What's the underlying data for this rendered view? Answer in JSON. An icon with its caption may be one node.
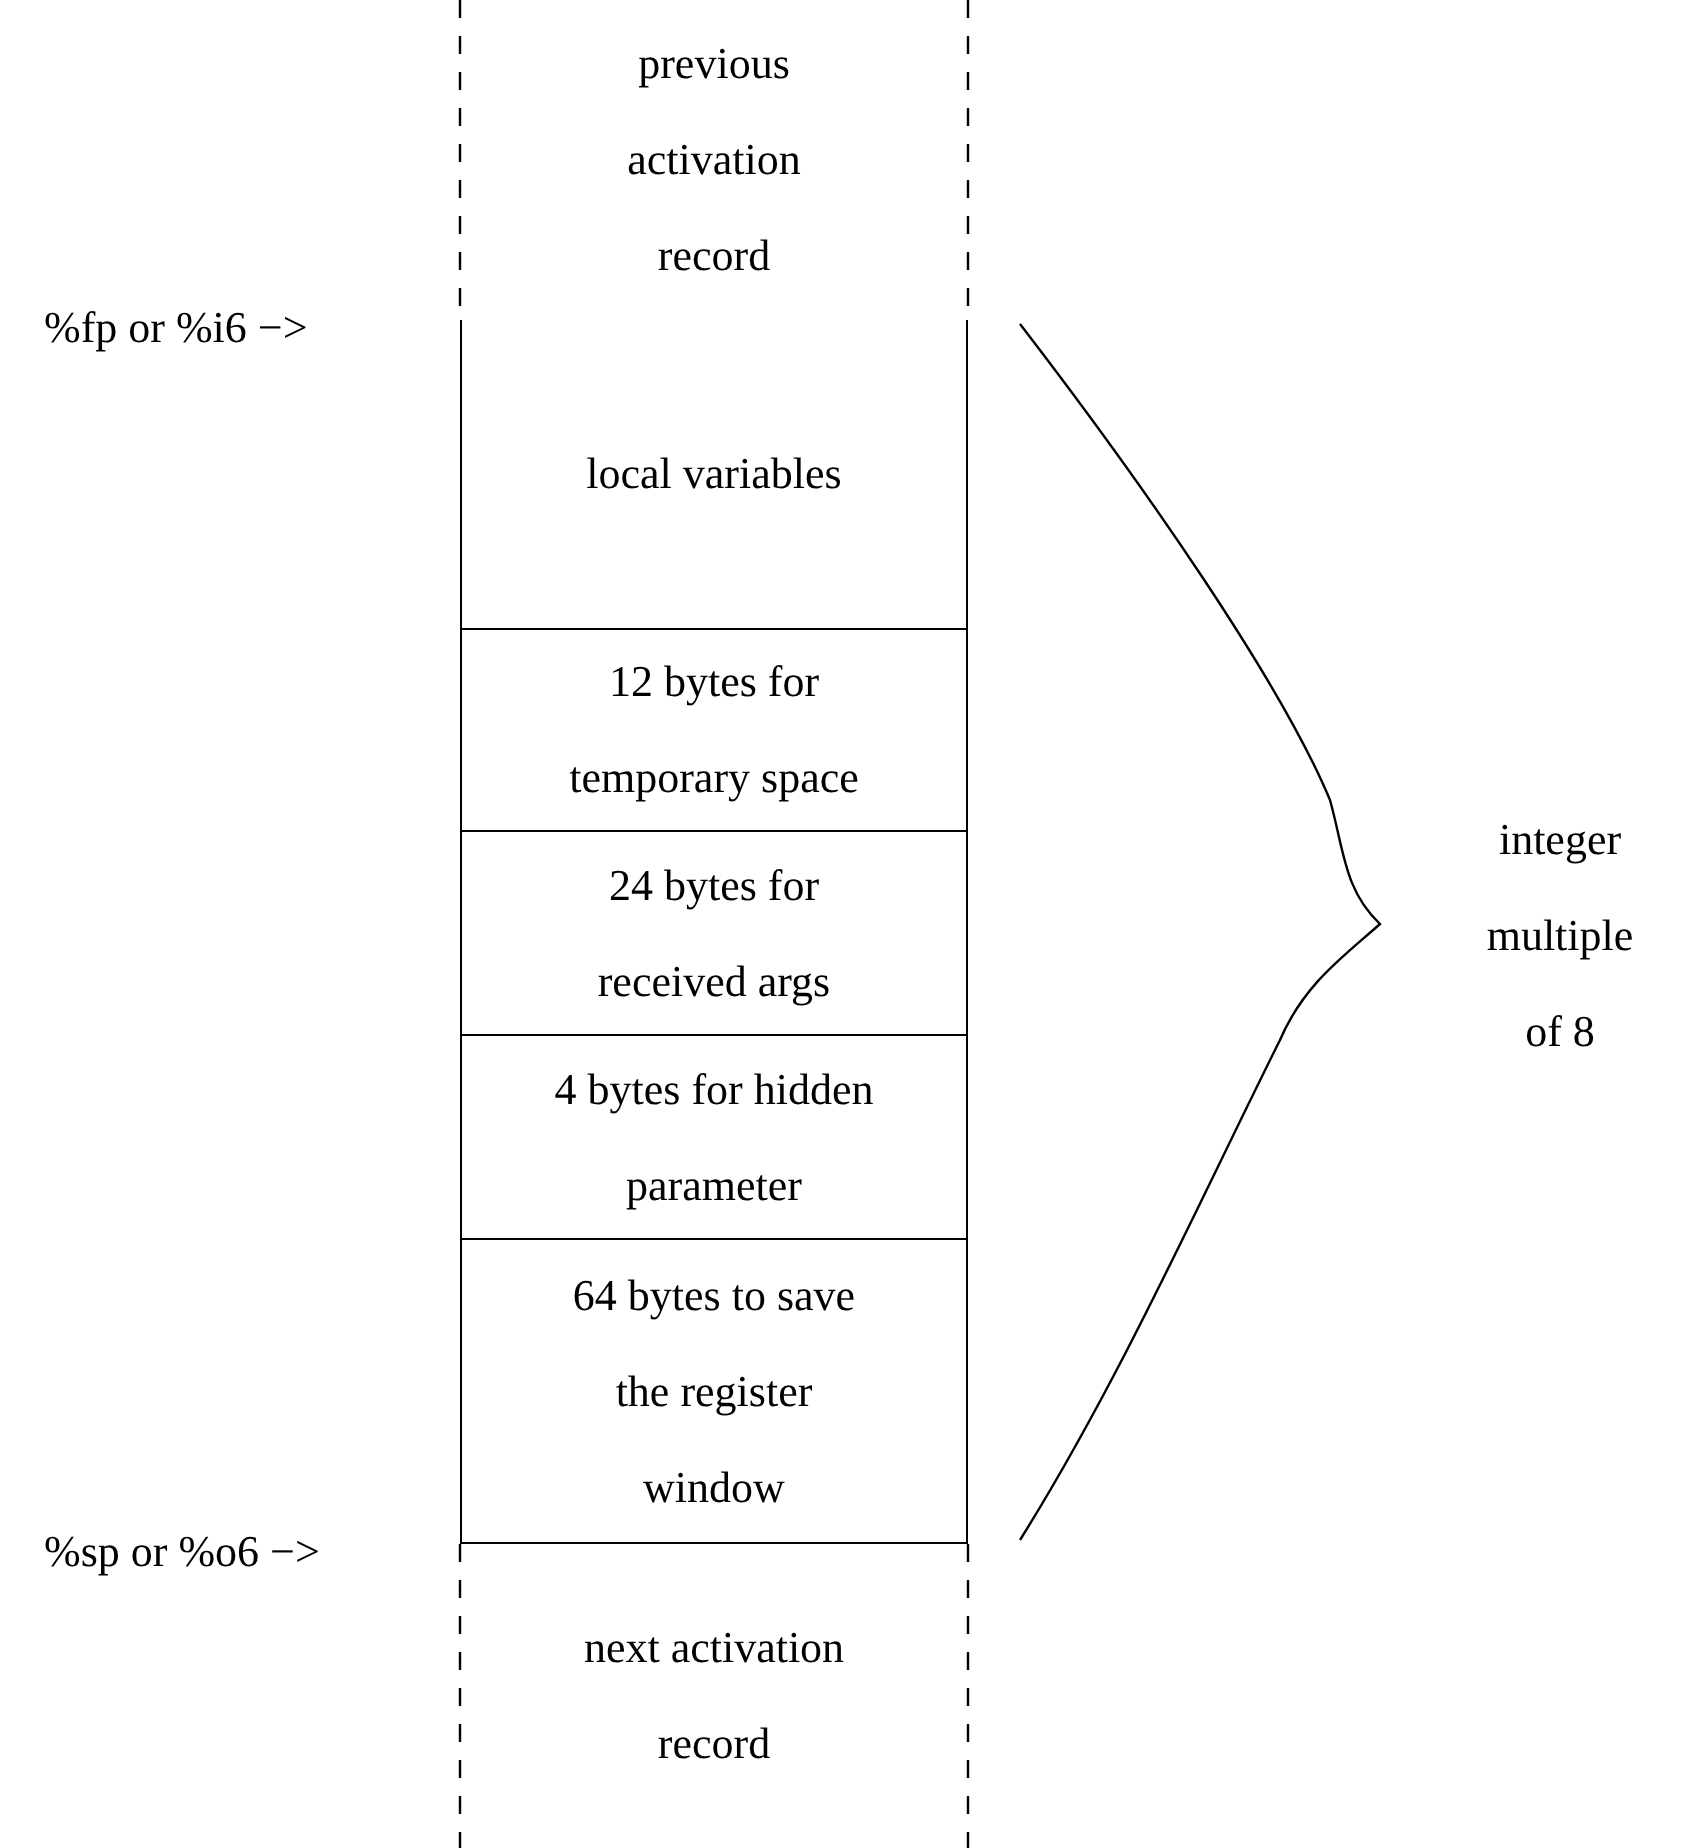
{
  "diagram": {
    "nodes": [
      {
        "text": [
          "previous activation record"
        ]
      },
      {
        "text": [
          "local variables"
        ]
      },
      {
        "text": [
          "12 bytes for temporary space"
        ]
      },
      {
        "text": [
          "24 bytes for received args"
        ]
      },
      {
        "text": [
          "4 bytes for hidden parameter"
        ]
      },
      {
        "text": [
          "64 bytes to save the register window"
        ]
      },
      {
        "text": [
          "next activation record"
        ]
      }
    ],
    "labels": [
      "%fp or %i6 −>",
      "%sp or %o6 −>",
      "integer multiple of 8"
    ]
  }
}
